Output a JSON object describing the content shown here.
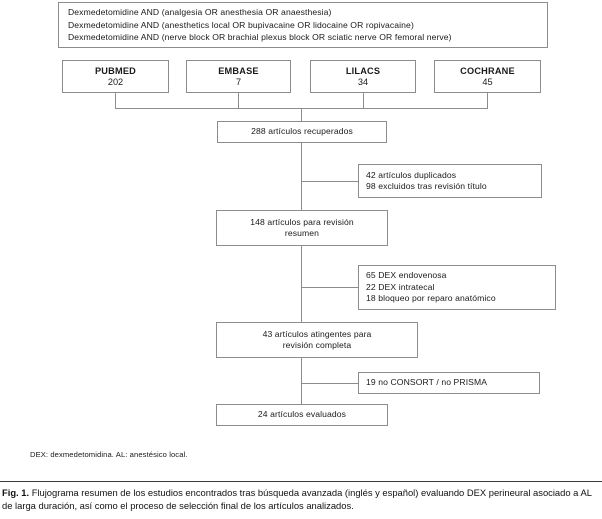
{
  "figure": {
    "query_box": {
      "lines": [
        "Dexmedetomidine AND (analgesia OR anesthesia OR anaesthesia)",
        "Dexmedetomidine AND (anesthetics local OR bupivacaine OR lidocaine OR ropivacaine)",
        "Dexmedetomidine AND (nerve block OR brachial plexus block OR sciatic nerve OR femoral nerve)"
      ]
    },
    "databases": [
      {
        "name": "PUBMED",
        "count": "202"
      },
      {
        "name": "EMBASE",
        "count": "7"
      },
      {
        "name": "LILACS",
        "count": "34"
      },
      {
        "name": "COCHRANE",
        "count": "45"
      }
    ],
    "stages": {
      "retrieved": {
        "lines": [
          "288 artículos recuperados"
        ]
      },
      "abstract_review": {
        "lines": [
          "148 artículos para revisión",
          "resumen"
        ]
      },
      "full_review": {
        "lines": [
          "43 artículos atingentes para",
          "revisión completa"
        ]
      },
      "evaluated": {
        "lines": [
          "24 artículos evaluados"
        ]
      }
    },
    "exclusions": {
      "first": {
        "lines": [
          "42 artículos duplicados",
          "98 excluidos tras revisión título"
        ]
      },
      "second": {
        "lines": [
          "65 DEX endovenosa",
          "22 DEX intratecal",
          "18 bloqueo por reparo anatómico"
        ]
      },
      "third": {
        "lines": [
          "19 no CONSORT / no PRISMA"
        ]
      }
    },
    "footnote": "DEX: dexmedetomidina. AL: anestésico local.",
    "caption": {
      "label": "Fig. 1.",
      "text": "Flujograma resumen de los estudios encontrados tras búsqueda avanzada (inglés y español) evaluando DEX perineural asociado a AL de larga duración, así como el proceso de selección final de los artículos analizados."
    }
  },
  "colors": {
    "box_border": "#8c8c8c",
    "connector": "#8c8c8c",
    "text": "#1a1a1a",
    "background": "#ffffff"
  }
}
